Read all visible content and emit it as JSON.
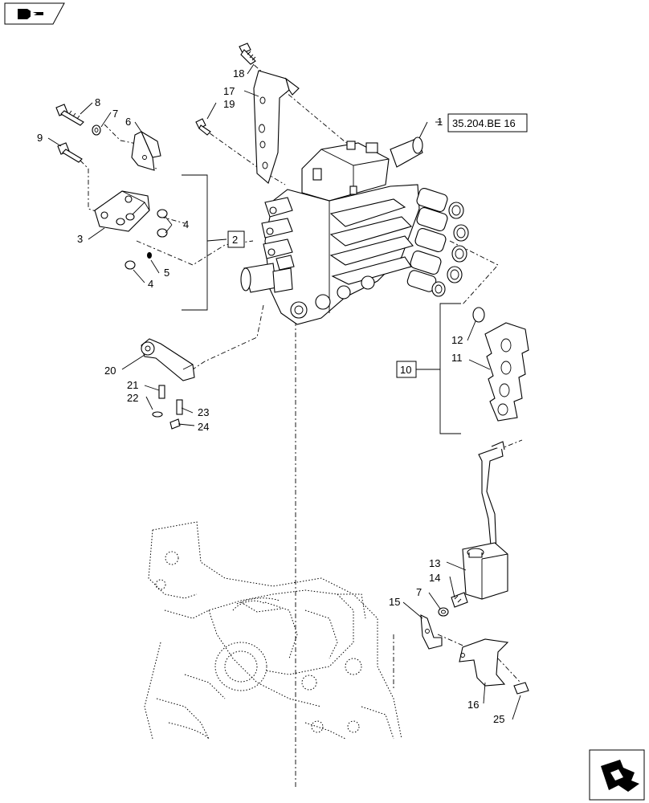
{
  "refs": {
    "group_2": "2",
    "group_10": "10",
    "cross_ref": "35.204.BE 16"
  },
  "callouts": [
    "1",
    "3",
    "4",
    "4",
    "5",
    "6",
    "7",
    "7",
    "8",
    "9",
    "11",
    "12",
    "13",
    "14",
    "15",
    "16",
    "17",
    "18",
    "19",
    "20",
    "21",
    "22",
    "23",
    "24",
    "25"
  ],
  "icons": {
    "top_left": "book-arrow-icon",
    "bottom_right": "next-page-arrow-icon"
  }
}
